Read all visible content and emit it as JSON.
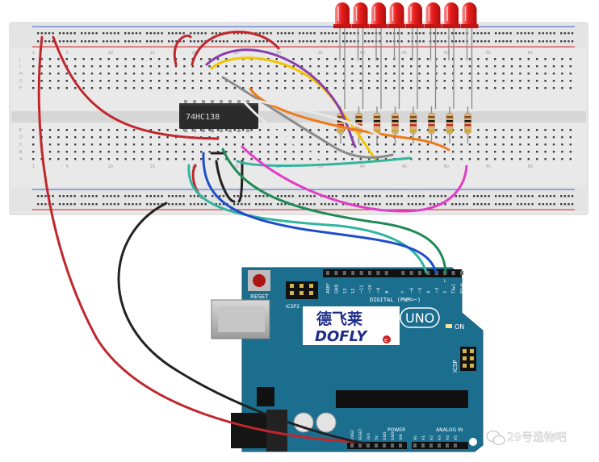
{
  "chip_label": "74HC138",
  "breadboard": {
    "row_letters_top": [
      "J",
      "I",
      "H",
      "G",
      "F"
    ],
    "row_letters_bottom": [
      "E",
      "D",
      "C",
      "B",
      "A"
    ],
    "column_numbers": [
      "1",
      "5",
      "10",
      "15",
      "20",
      "25",
      "30",
      "35",
      "40",
      "45",
      "50",
      "55",
      "60"
    ]
  },
  "arduino": {
    "reset_label": "RESET",
    "icsp2_label": "ICSP2",
    "icsp_label": "ICSP",
    "digital_label": "DIGITAL (PWM=~)",
    "uno_label": "UNO",
    "on_label": "ON",
    "brand_chinese": "德飞莱",
    "brand_english": "DOFLY",
    "brand_suffix": "e",
    "power_label": "POWER",
    "analog_label": "ANALOG IN",
    "top_pins": [
      "AREF",
      "GND",
      "13",
      "12",
      "~11",
      "~10",
      "~9",
      "8",
      "7",
      "~6",
      "~5",
      "4",
      "~3",
      "2",
      "TX▸1",
      "RX◂0"
    ],
    "bottom_pins": [
      "IOREF",
      "RESET",
      "3V3",
      "5V",
      "GND",
      "GND",
      "VIN",
      "A0",
      "A1",
      "A2",
      "A3",
      "A4",
      "A5"
    ],
    "l_label": "L",
    "tx_label": "TX",
    "rx_label": "RX"
  },
  "watermark": {
    "text": "29号造物吧",
    "icon": "wechat-icon"
  },
  "colors": {
    "board": "#1c6e8f",
    "wire_red": "#c0272d",
    "wire_black": "#222222",
    "wire_blue": "#1e4fc9",
    "wire_green": "#1f8a57",
    "wire_teal": "#33b5a0",
    "wire_yellow": "#f2c500",
    "wire_purple": "#8a3fa8",
    "wire_orange": "#f07a1a",
    "wire_white": "#e8e8e8",
    "wire_magenta": "#e03ec8",
    "wire_gray": "#8a8a8a",
    "led": "#e81e1e"
  }
}
